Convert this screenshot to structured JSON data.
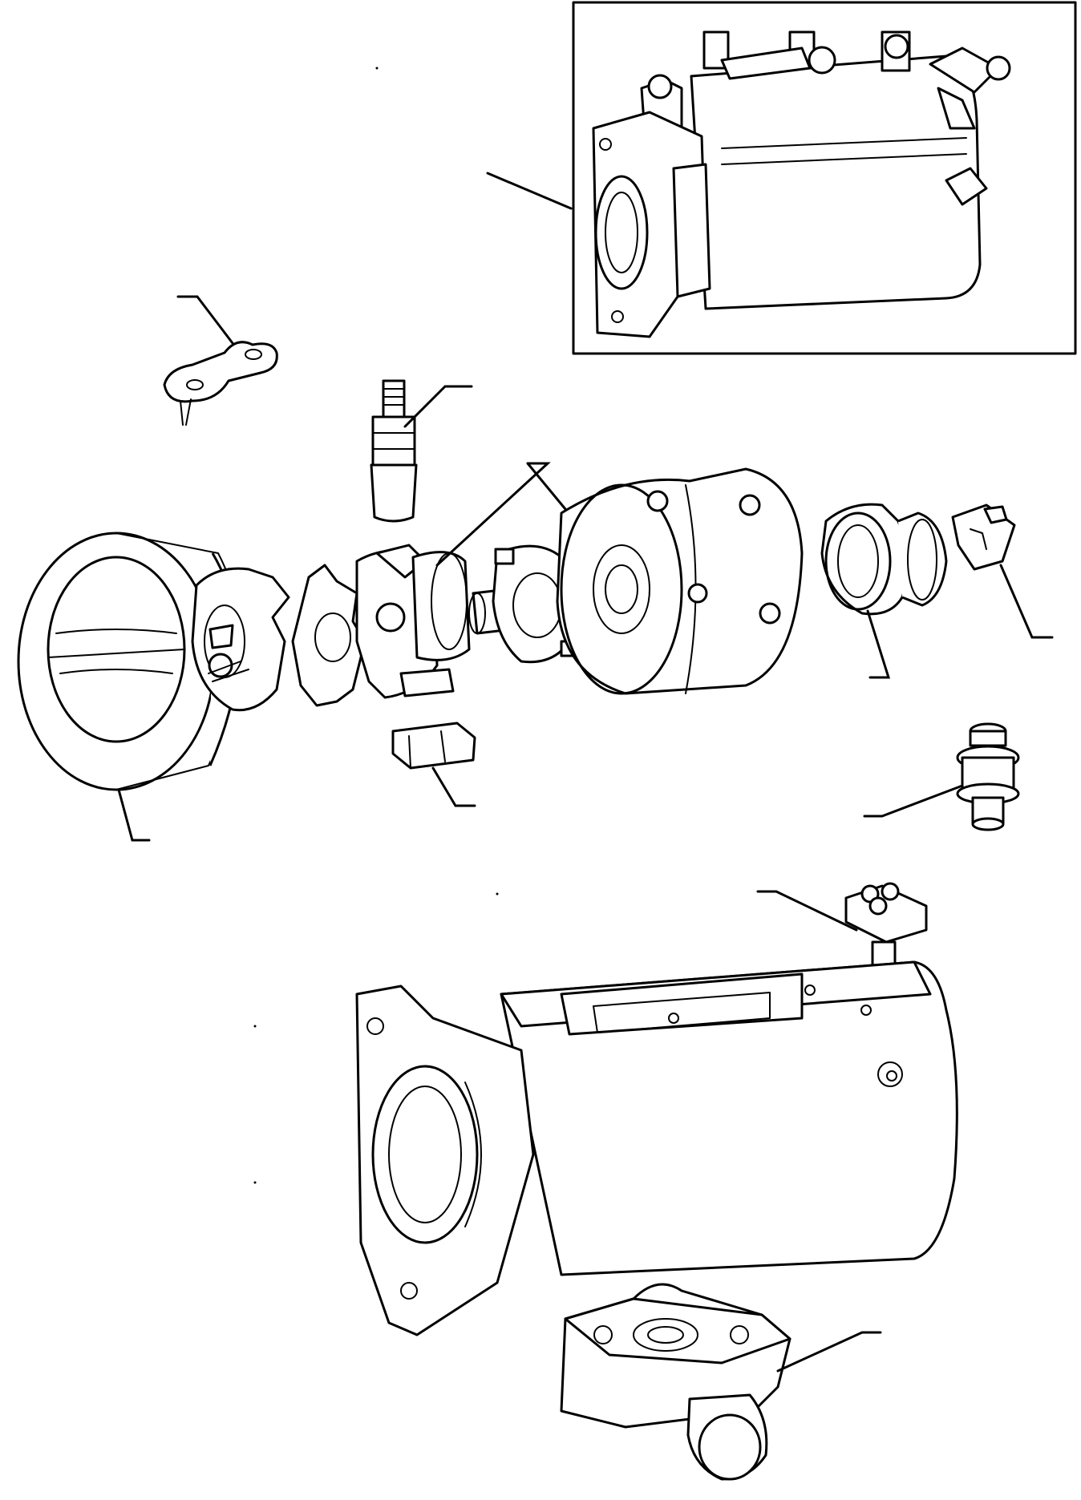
{
  "diagram": {
    "parts": [
      {
        "id": "assembled-pump-inset",
        "icon": "assembled-fuel-injection-pump-icon"
      },
      {
        "id": "lock-plate",
        "icon": "lock-plate-icon"
      },
      {
        "id": "vent-screw",
        "icon": "vent-screw-icon"
      },
      {
        "id": "rotor-assembly",
        "icon": "rotor-and-hydraulic-head-icon"
      },
      {
        "id": "end-plate-sleeve",
        "icon": "end-plate-sleeve-icon"
      },
      {
        "id": "regulator-slide",
        "icon": "regulator-slide-icon"
      },
      {
        "id": "cam-ring",
        "icon": "cam-ring-icon"
      },
      {
        "id": "drive-shoe",
        "icon": "drive-shoe-icon"
      },
      {
        "id": "delivery-valve",
        "icon": "delivery-valve-icon"
      },
      {
        "id": "shut-off-shaft",
        "icon": "shut-off-shaft-icon"
      },
      {
        "id": "pump-housing",
        "icon": "pump-housing-icon"
      },
      {
        "id": "advance-unit",
        "icon": "advance-unit-icon"
      }
    ],
    "leader_count_note": ""
  }
}
